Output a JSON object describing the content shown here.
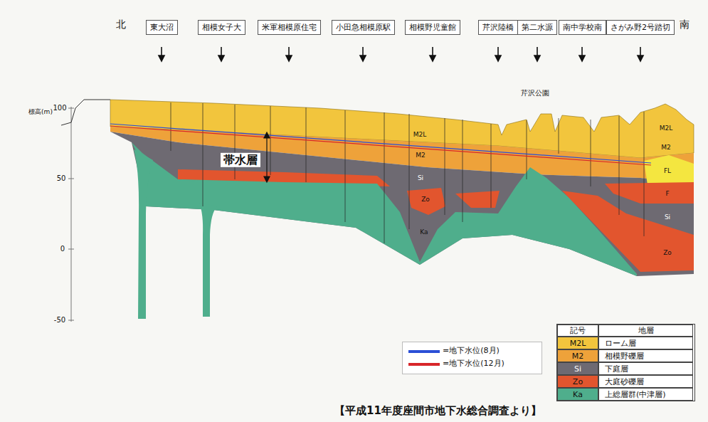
{
  "diagram": {
    "caption": "【平成11年度座間市地下水総合調査より】",
    "nodes": [
      {
        "text": [
          "東大沼"
        ]
      },
      {
        "text": [
          "相模女子大"
        ]
      },
      {
        "text": [
          "米軍相模原住宅"
        ]
      },
      {
        "text": [
          "小田急相模原駅"
        ]
      },
      {
        "text": [
          "相模野児童館"
        ]
      },
      {
        "text": [
          "芹沢陸橋"
        ]
      },
      {
        "text": [
          "第二水源"
        ]
      },
      {
        "text": [
          "南中学校南"
        ]
      },
      {
        "text": [
          "さがみ野2号踏切"
        ]
      }
    ],
    "labels": [
      "北",
      "南",
      "芹沢公園",
      "標高(m)",
      "100",
      "50",
      "0",
      "-50",
      "帯水層",
      "M2L",
      "M2",
      "Si",
      "Zo",
      "Ka",
      "M2L",
      "M2",
      "FL",
      "F",
      "Si",
      "Zo",
      "記号",
      "地層",
      "M2L",
      "M2",
      "Si",
      "Zo",
      "Ka"
    ],
    "legend": [
      {
        "text": "=地下水位(8月)"
      },
      {
        "text": "=地下水位(12月)"
      },
      {
        "text": "ローム層",
        "color": "#f2c53d"
      },
      {
        "text": "相模野礫層",
        "color": "#eea23a"
      },
      {
        "text": "下庭層",
        "color": "#6e6a72"
      },
      {
        "text": "大庭砂礫層",
        "color": "#e2552e"
      },
      {
        "text": "上総層群(中津層)",
        "color": "#4fae8c"
      }
    ]
  }
}
